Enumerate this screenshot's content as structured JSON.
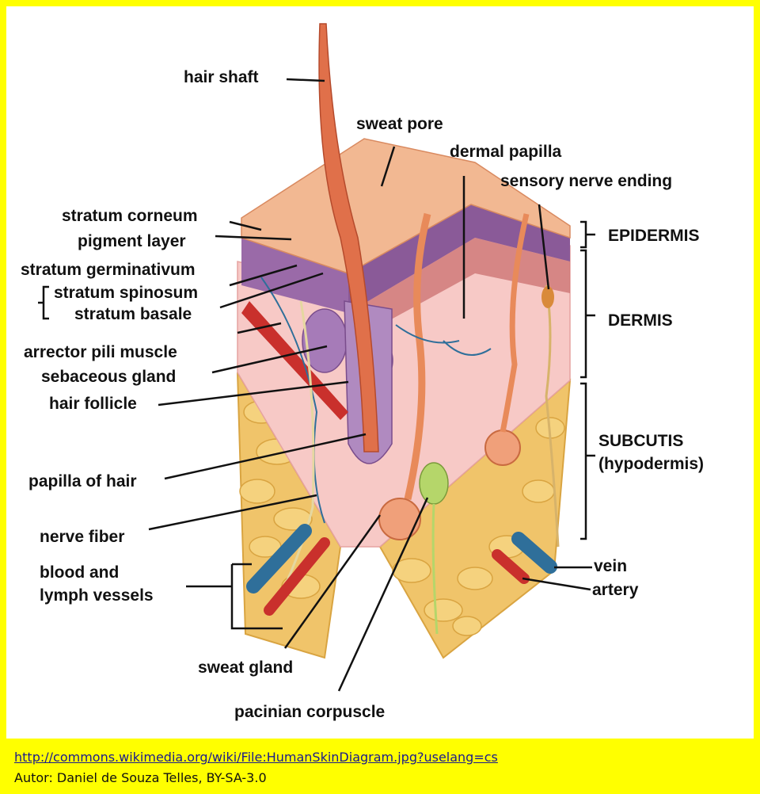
{
  "labels": {
    "hair_shaft": "hair shaft",
    "sweat_pore": "sweat pore",
    "dermal_papilla": "dermal papilla",
    "sensory_nerve_ending": "sensory nerve ending",
    "stratum_corneum": "stratum corneum",
    "pigment_layer": "pigment layer",
    "stratum_germinativum": "stratum germinativum",
    "stratum_spinosum": "stratum spinosum",
    "stratum_basale": "stratum basale",
    "arrector_pili_muscle": "arrector pili muscle",
    "sebaceous_gland": "sebaceous gland",
    "hair_follicle": "hair follicle",
    "papilla_of_hair": "papilla of hair",
    "nerve_fiber": "nerve fiber",
    "blood_and": "blood and",
    "lymph_vessels": "lymph vessels",
    "sweat_gland": "sweat gland",
    "pacinian_corpuscle": "pacinian corpuscle",
    "epidermis": "EPIDERMIS",
    "dermis": "DERMIS",
    "subcutis": "SUBCUTIS",
    "hypodermis": "(hypodermis)",
    "vein": "vein",
    "artery": "artery"
  },
  "credits": {
    "source_url": "http://commons.wikimedia.org/wiki/File:HumanSkinDiagram.jpg?uselang=cs",
    "author": "Autor: Daniel de Souza Telles, BY-SA-3.0"
  },
  "colors": {
    "border": "#ffff00",
    "canvas": "#ffffff",
    "epidermis_top": "#f2b892",
    "pigment": "#9a6aa8",
    "dermis": "#f7c9c6",
    "fat": "#f0c46a",
    "hair": "#e0704a",
    "vein": "#2f6f9a",
    "artery": "#c9302c"
  }
}
